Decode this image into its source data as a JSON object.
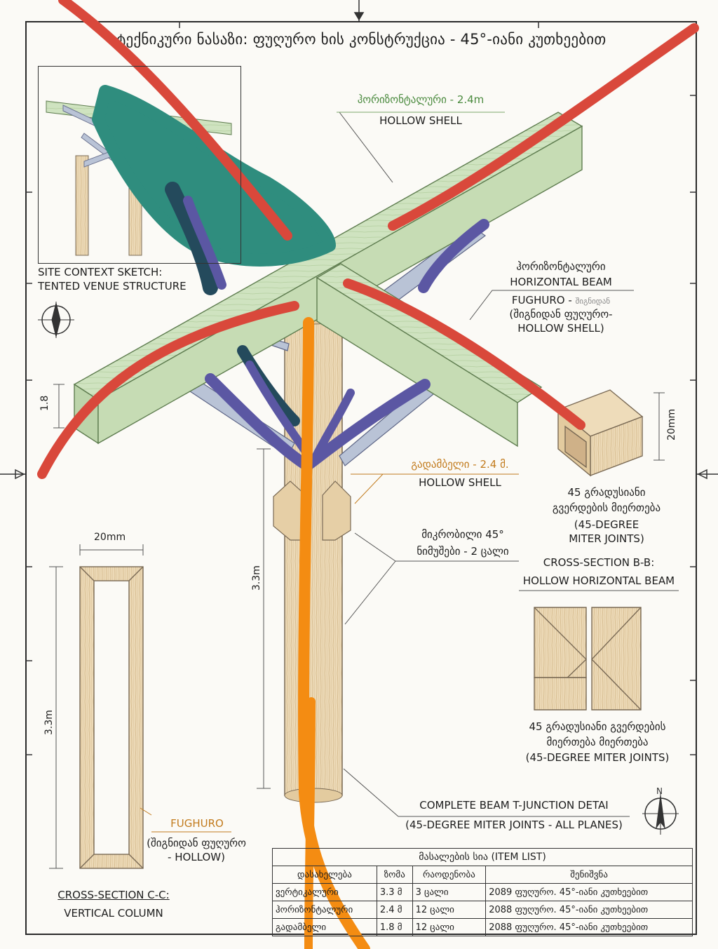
{
  "title": "ტექნიკური ნასაზი: ფუღურო ხის კონსტრუქცია - 45°-იანი კუთხეებით",
  "inset": {
    "caption_line1": "SITE CONTEXT SKETCH:",
    "caption_line2": "TENTED VENUE STRUCTURE"
  },
  "labels": {
    "top_beam_ka": "ჰორიზონტალური - 2.4m",
    "top_beam_en": "HOLLOW SHELL",
    "hbeam_ka": "ჰორიზონტალური",
    "hbeam_en": "HORIZONTAL BEAM",
    "hbeam_fughuro": "FUGHURO -",
    "hbeam_fughuro_ka": "შიგნიდან",
    "hbeam_note_1": "(შიგნიდან ფუღურო-",
    "hbeam_note_2": "HOLLOW SHELL)",
    "brace_ka": "გადამბელი - 2.4 მ.",
    "brace_en": "HOLLOW SHELL",
    "micro_1": "მიკრობილი 45°",
    "micro_2": "ნიმუშები - 2 ცალი",
    "miter_ka_1": "45 გრადუსიანი",
    "miter_ka_2": "გვერდების მიერთება",
    "miter_en_1": "(45-DEGREE",
    "miter_en_2": "MITER JOINTS)",
    "section_bb_1": "CROSS-SECTION B-B:",
    "section_bb_2": "HOLLOW HORIZONTAL BEAM",
    "detail_ka_1": "45 გრადუსიანი გვერდების",
    "detail_ka_2": "მიერთება მიერთება",
    "detail_en": "(45-DEGREE MITER JOINTS)",
    "tjunction_1": "COMPLETE BEAM T-JUNCTION DETAI",
    "tjunction_2": "(45-DEGREE MITER JOINTS - ALL PLANES)",
    "fughuro_col": "FUGHURO",
    "fughuro_col_2": "(შიგნიდან ფუღურო",
    "fughuro_col_3": "- HOLLOW)",
    "section_cc_1": "CROSS-SECTION C-C:",
    "section_cc_2": "VERTICAL COLUMN"
  },
  "dimensions": {
    "beam_height": "1.8",
    "block_height": "20mm",
    "col_width": "20mm",
    "col_height_main": "3.3m",
    "col_height_section": "3.3m"
  },
  "item_list": {
    "title": "მასალების სია (ITEM LIST)",
    "headers": [
      "დასახელება",
      "ზომა",
      "რაოდენობა",
      "შენიშვნა"
    ],
    "rows": [
      [
        "ვერტიკალური",
        "3.3 მ",
        "3 ცალი",
        "2089 ფუღურო. 45°-იანი კუთხეებით"
      ],
      [
        "ჰორიზონტალური",
        "2.4 მ",
        "12 ცალი",
        "2088 ფუღურო. 45°-იანი კუთხეებით"
      ],
      [
        "გადამბელი",
        "1.8 მ",
        "12 ცალი",
        "2088 ფუღურო. 45°-იანი კუთხეებით"
      ]
    ]
  },
  "colors": {
    "beam_fill": "#cfe3c0",
    "wood_fill": "#ecd9b6",
    "brace_fill": "#b9c3d6",
    "mark_red": "#d9483b",
    "mark_teal": "#2f8d7e",
    "mark_purple": "#5b57a3",
    "mark_orange": "#f48c12",
    "mark_navy": "#244a5c"
  }
}
